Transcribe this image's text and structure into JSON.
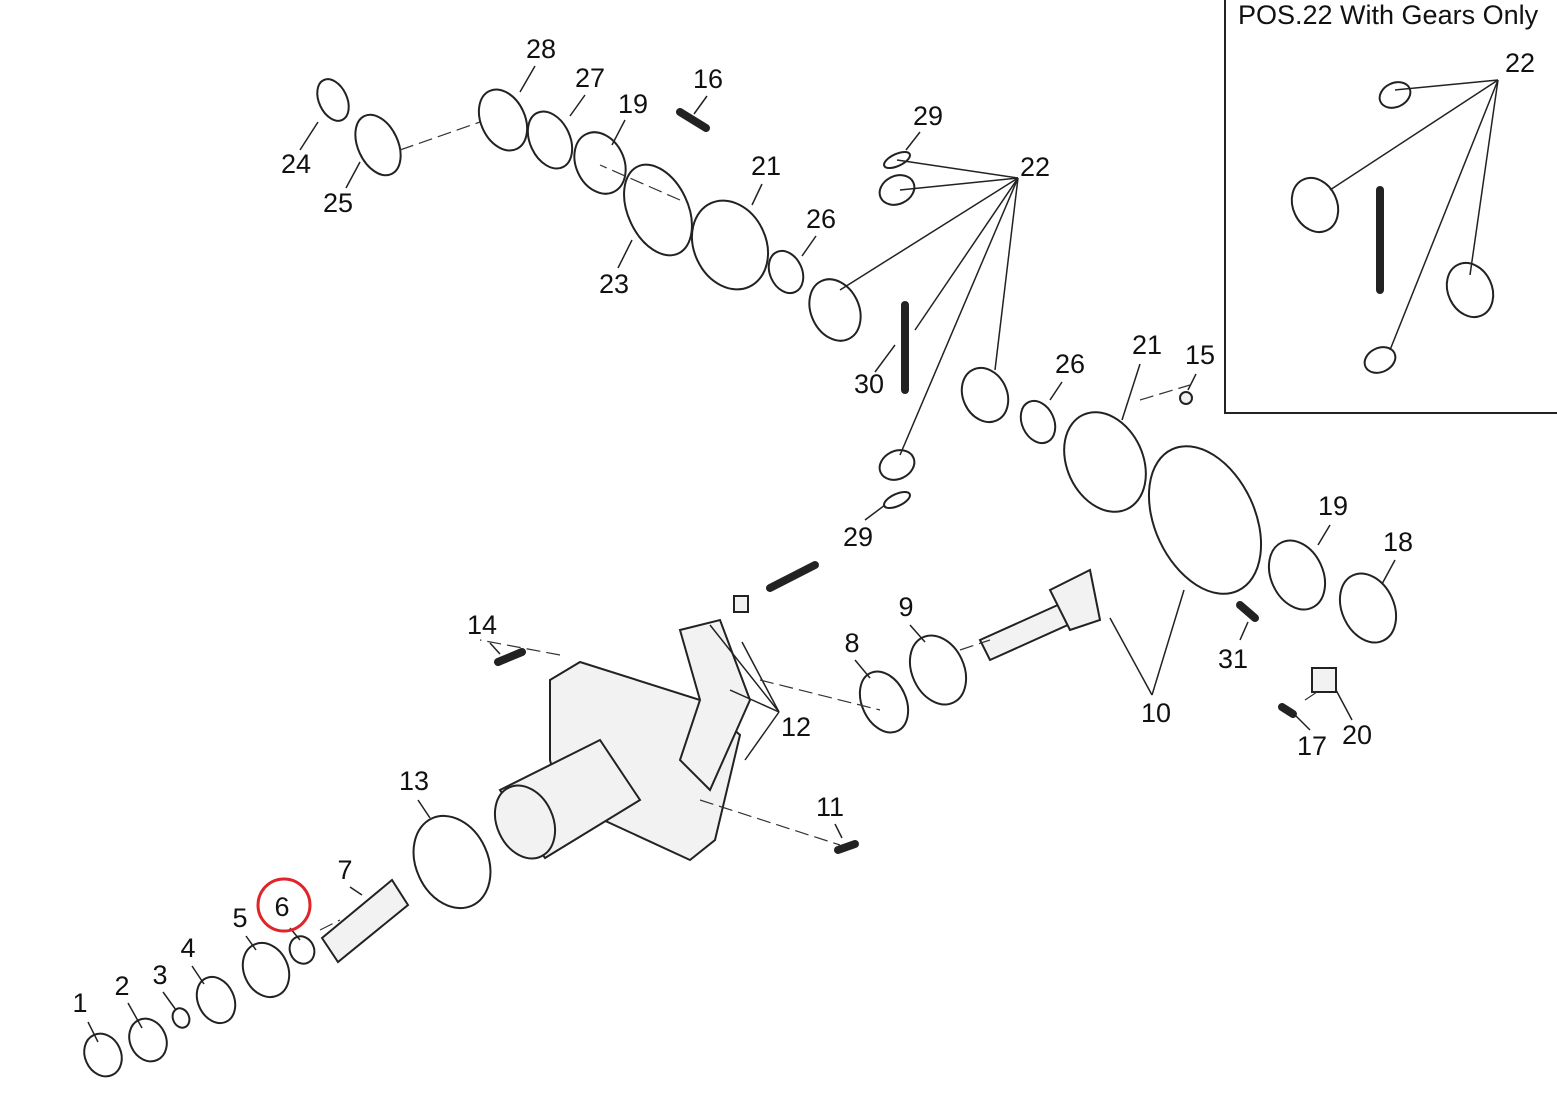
{
  "inset": {
    "title": "POS.22 With Gears Only",
    "callout": "22"
  },
  "highlight_color": "#e0242a",
  "highlighted_callout": "6",
  "callouts": [
    "1",
    "2",
    "3",
    "4",
    "5",
    "6",
    "7",
    "8",
    "9",
    "10",
    "11",
    "12",
    "13",
    "14",
    "15",
    "16",
    "17",
    "18",
    "19",
    "19",
    "20",
    "21",
    "21",
    "22",
    "23",
    "24",
    "25",
    "26",
    "26",
    "27",
    "28",
    "29",
    "29",
    "30",
    "31"
  ]
}
